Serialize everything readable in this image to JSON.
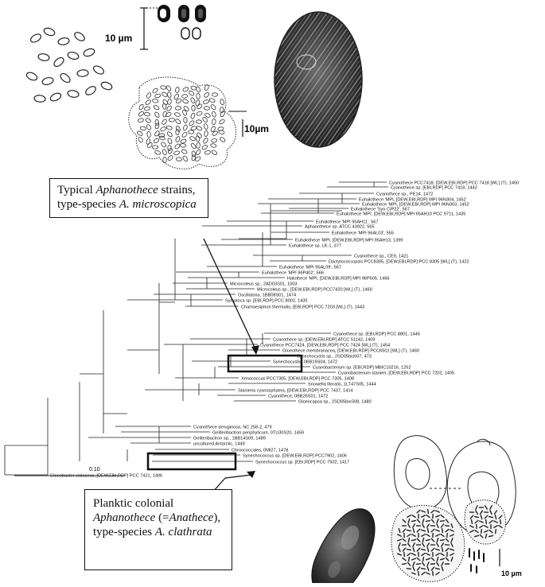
{
  "callouts": {
    "typical": {
      "line1_prefix": "Typical ",
      "line1_italic": "Aphanothece",
      "line1_suffix": " strains,",
      "line2_prefix": "type-species ",
      "line2_italic": "A. microscopica"
    },
    "planktic": {
      "line1": "Planktic colonial",
      "line2_italic": "Aphanothece",
      "line2_mid": " (=",
      "line2_italic2": "Anathece",
      "line2_suffix": "),",
      "line3_prefix": "type-species ",
      "line3_italic": "A. clathrata"
    }
  },
  "scale_labels": {
    "micro_top": "10 µm",
    "micro_colony": "10µm",
    "micro_bottom": "10 µm",
    "tree_scale": "0.10"
  },
  "taxa": [
    "Cyanothece PCC7418, [DEW,EBI,RDP] PCC 7418 [WL] (T), 1450",
    "Cyanothece sp. [EBI,RDP] PCC 7418, 1442",
    "Cyanothece sp., PE14, 1472",
    "Euhalothece 'MPI, [DEW,EBI,RDP] MPI 96N304, 1452",
    "Euhalothece 'MPI, [DEW,EBI,RDP] MPI 96N303, 1452",
    "Euhalothece 'Syn CIP22', 567",
    "Euhalothece 'MPI, [DEW,EBI,RDP] MPI 95AH10 PCC 9711, 1435",
    "Euhalothece 'MPI 95AH11', 567",
    "Aphanothece sp. ATCC 43922, 565",
    "Euhalothece 'MPI 96AL03', 555",
    "Euhalothece 'MPI, [DEW,EBI,RDP] MPI 95AH13, 1399",
    "Euhalothece sp. LK-1, 377",
    "Cyanothece sp., CE9, 1421",
    "Dactylococcopsis PCC8305, [DEW,EBI,RDP] PCC 8305 [WL] (T), 1422",
    "Euhalothece 'MPI 95AL09', 567",
    "Euhalothece 'MPI 96P402', 566",
    "Halothece 'MPI, [DEW,EBI,RDP] MPI 96P605, 1466",
    "Microcoleus sp., 2AD03S01, 1003",
    "Microcoleus sp., [DEW,EBI,RDP] PCC7420 [WL] (T), 1460",
    "Oscillatoria, 1BB08S01, 1474",
    "Symploca sp. [EBI,RDP] PCC 8002, 1435",
    "Chamaesiphon thermalis, [EBI,RDP] PCC 7203 [WL] (T), 1443",
    "Cyanothece sp. [EBI,RDP] PCC 8801, 1446",
    "Cyanothece sp. [DEW,EBI,RDP] ATCC 51142, 1409",
    "Cyanothece PCC7424, [DEW,EBI,RDP] PCC 7424 [WL] (T), 1454",
    "Gloeothece membranacea, [DEW,EBI,RDP] PCC6501 [WL] (T), 1460",
    "Synechocystis sp., 2SD05bis507, 473",
    "Synechocystis, 0BB19S04, 1472",
    "Cyanobacterium sp. [EBI,RDP] MBIC10216, 1252",
    "Cyanobacterium stanieri, [DEW,EBI,RDP] PCC 7202, 1405",
    "Xenococcus PCC7305, [DEW,EBI,RDP] PCC 7305, 1408",
    "Snowella litoralis, 1LT47S05, 1444",
    "Stanieria cyanosphaera, [DEW,EBI,RDP] PCC 7437, 1414",
    "Cyanothece, 0BB26S01, 1472",
    "Gloeocapsa sp., 2SD05bisS08, 1480",
    "Cyanothece aeruginosa, NC 258-2, 479",
    "Geitleribactron periphyticum, 0TU30S20, 1459",
    "Geitleribactron sp., 1BB14S09, 1489",
    "uncultured Antarctic, 1449",
    "Chroococcales, 0MI27, 1478",
    "Synechococcus sp. [DEW,EBI,RDP] PCC7902, 1406",
    "Synechococcus sp. [EBI,RDP] PCC 7502, 1417",
    "Gloeobacter violaceus, [DEW,EBI,RDP] PCC 7421, 1406"
  ]
}
